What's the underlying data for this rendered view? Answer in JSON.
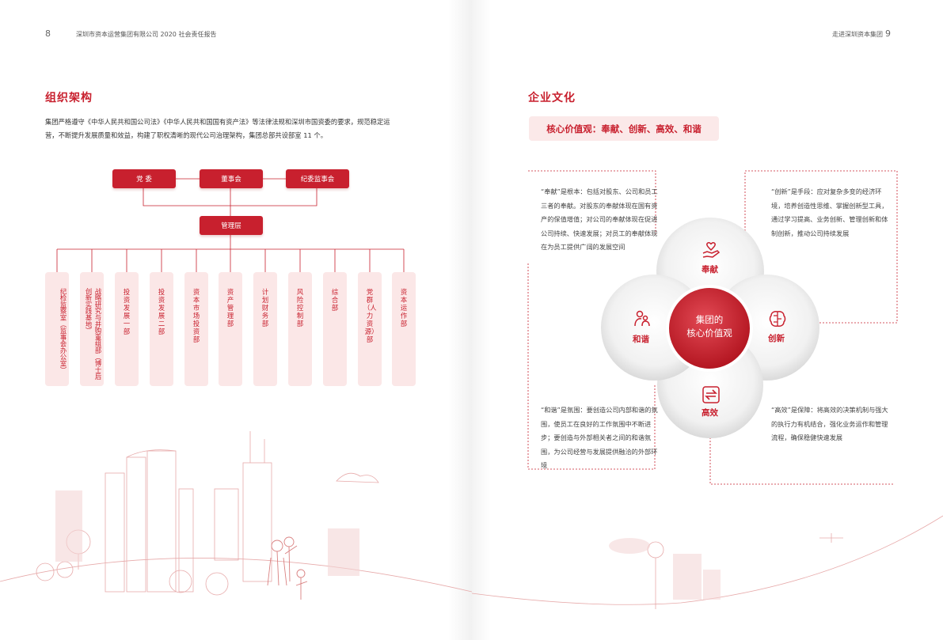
{
  "left_page": {
    "page_number": "8",
    "header": "深圳市资本运营集团有限公司 2020 社会责任报告",
    "section_title": "组织架构",
    "intro": "集团严格遵守《中华人民共和国公司法》《中华人民共和国国有资产法》等法律法规和深圳市国资委的要求，规范稳定运营，不断提升发展质量和效益，构建了职权清晰的现代公司治理架构，集团总部共设部室 11 个。",
    "org_chart": {
      "top_boxes": [
        "党 委",
        "董事会",
        "纪委监事会"
      ],
      "management": "管理层",
      "departments": [
        "纪检监察室（监事会办公室）",
        "战略研究与并购重组部（博士后创新实践基地）",
        "投资发展一部",
        "投资发展二部",
        "资本市场投资部",
        "资产管理部",
        "计划财务部",
        "风险控制部",
        "综合部",
        "党群（人力资源）部",
        "资本运作部"
      ]
    }
  },
  "right_page": {
    "page_number": "9",
    "header": "走进深圳资本集团",
    "section_title": "企业文化",
    "core_values_tag": "核心价值观：奉献、创新、高效、和谐",
    "center": [
      "集团的",
      "核心价值观"
    ],
    "petals": {
      "top": {
        "label": "奉献",
        "icon": "heart-hand-icon"
      },
      "right": {
        "label": "创新",
        "icon": "brain-icon"
      },
      "bottom": {
        "label": "高效",
        "icon": "transfer-arrows-icon"
      },
      "left": {
        "label": "和谐",
        "icon": "people-icon"
      }
    },
    "descriptions": {
      "dedication": "“奉献”是根本：包括对股东、公司和员工三者的奉献。对股东的奉献体现在国有资产的保值增值；对公司的奉献体现在促进公司持续、快速发展；对员工的奉献体现在为员工提供广阔的发展空间",
      "innovation": "“创新”是手段：应对复杂多变的经济环境，培养创造性思维、掌握创新型工具，通过学习提高、业务创新、管理创新和体制创新，推动公司持续发展",
      "harmony": "“和谐”是氛围：要创造公司内部和谐的氛围，使员工在良好的工作氛围中不断进步；要创造与外部相关者之间的和谐氛围，为公司经营与发展提供融洽的外部环境",
      "efficiency": "“高效”是保障：将高效的决策机制与强大的执行力有机结合，强化业务运作和管理流程，确保稳健快速发展"
    }
  },
  "colors": {
    "accent": "#c8202e",
    "light_tag": "#fbe9e9",
    "dept_bg": "#fbe7e7"
  }
}
